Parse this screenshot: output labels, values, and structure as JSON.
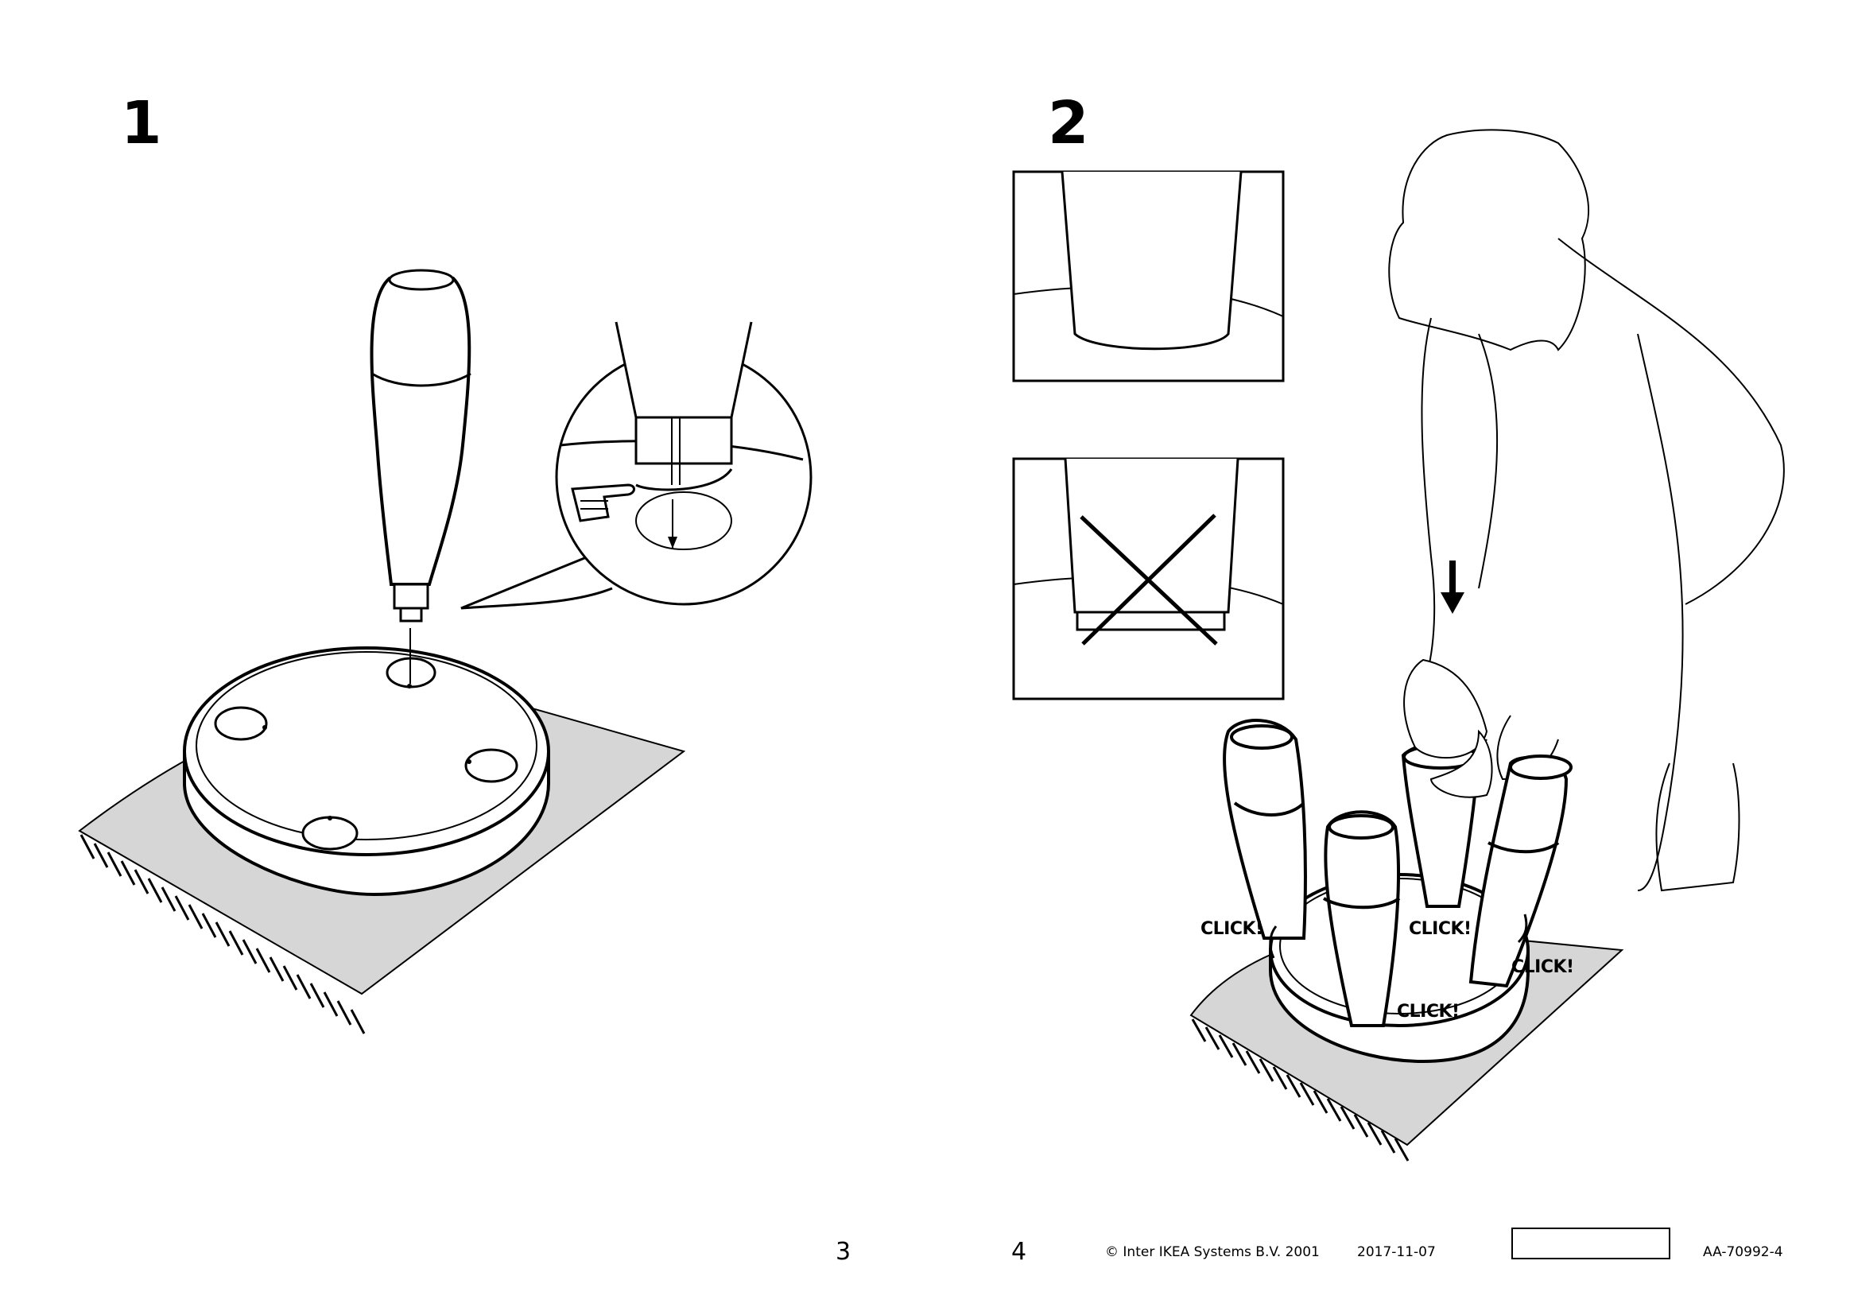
{
  "steps": {
    "step1_number": "1",
    "step2_number": "2"
  },
  "click_labels": [
    "CLICK!",
    "CLICK!",
    "CLICK!",
    "CLICK!"
  ],
  "footer": {
    "page_left": "3",
    "page_right": "4",
    "copyright": "© Inter IKEA Systems B.V. 2001",
    "date": "2017-11-07",
    "doc_id": "AA-70992-4"
  },
  "colors": {
    "ink": "#000000",
    "rug": "#d6d6d6",
    "paper": "#ffffff"
  },
  "icons": [
    "seat-icon",
    "leg-icon",
    "detail-magnifier-icon",
    "pointing-hand-icon",
    "wrong-cross-icon",
    "down-arrow-icon",
    "person-icon",
    "rug-icon"
  ]
}
